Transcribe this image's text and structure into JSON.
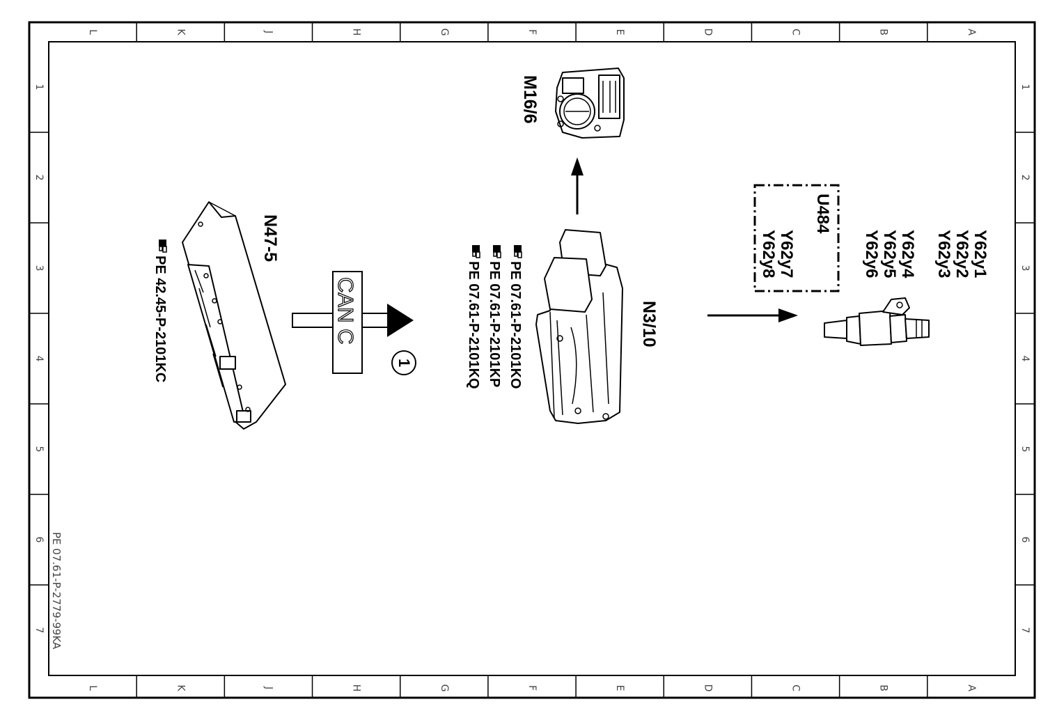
{
  "grid": {
    "columns": [
      "L",
      "K",
      "J",
      "H",
      "G",
      "F",
      "E",
      "D",
      "C",
      "B",
      "A"
    ],
    "rows": [
      "1",
      "2",
      "3",
      "4",
      "5",
      "6",
      "7"
    ]
  },
  "document_code": "PE 07.61-P-2779-99KA",
  "components": {
    "throttle": {
      "id": "M16/6"
    },
    "ecu": {
      "id": "N3/10",
      "refs": [
        {
          "icon": "hand-pointer-icon",
          "text": "PE  07.61-P-2101KO"
        },
        {
          "icon": "hand-pointer-icon",
          "text": "PE  07.61-P-2101KP"
        },
        {
          "icon": "hand-pointer-icon",
          "text": "PE  07.61-P-2101KQ"
        }
      ]
    },
    "module": {
      "id": "N47-5",
      "refs": [
        {
          "icon": "hand-pointer-icon",
          "text": "PE  42.45-P-2101KC"
        }
      ]
    },
    "injectors": {
      "ids": [
        "Y62y1",
        "Y62y2",
        "Y62y3",
        "Y62y4",
        "Y62y5",
        "Y62y6"
      ],
      "option_box": {
        "code": "U484",
        "ids": [
          "Y62y7",
          "Y62y8"
        ]
      }
    }
  },
  "bus": {
    "label": "CAN C",
    "marker": "1"
  }
}
